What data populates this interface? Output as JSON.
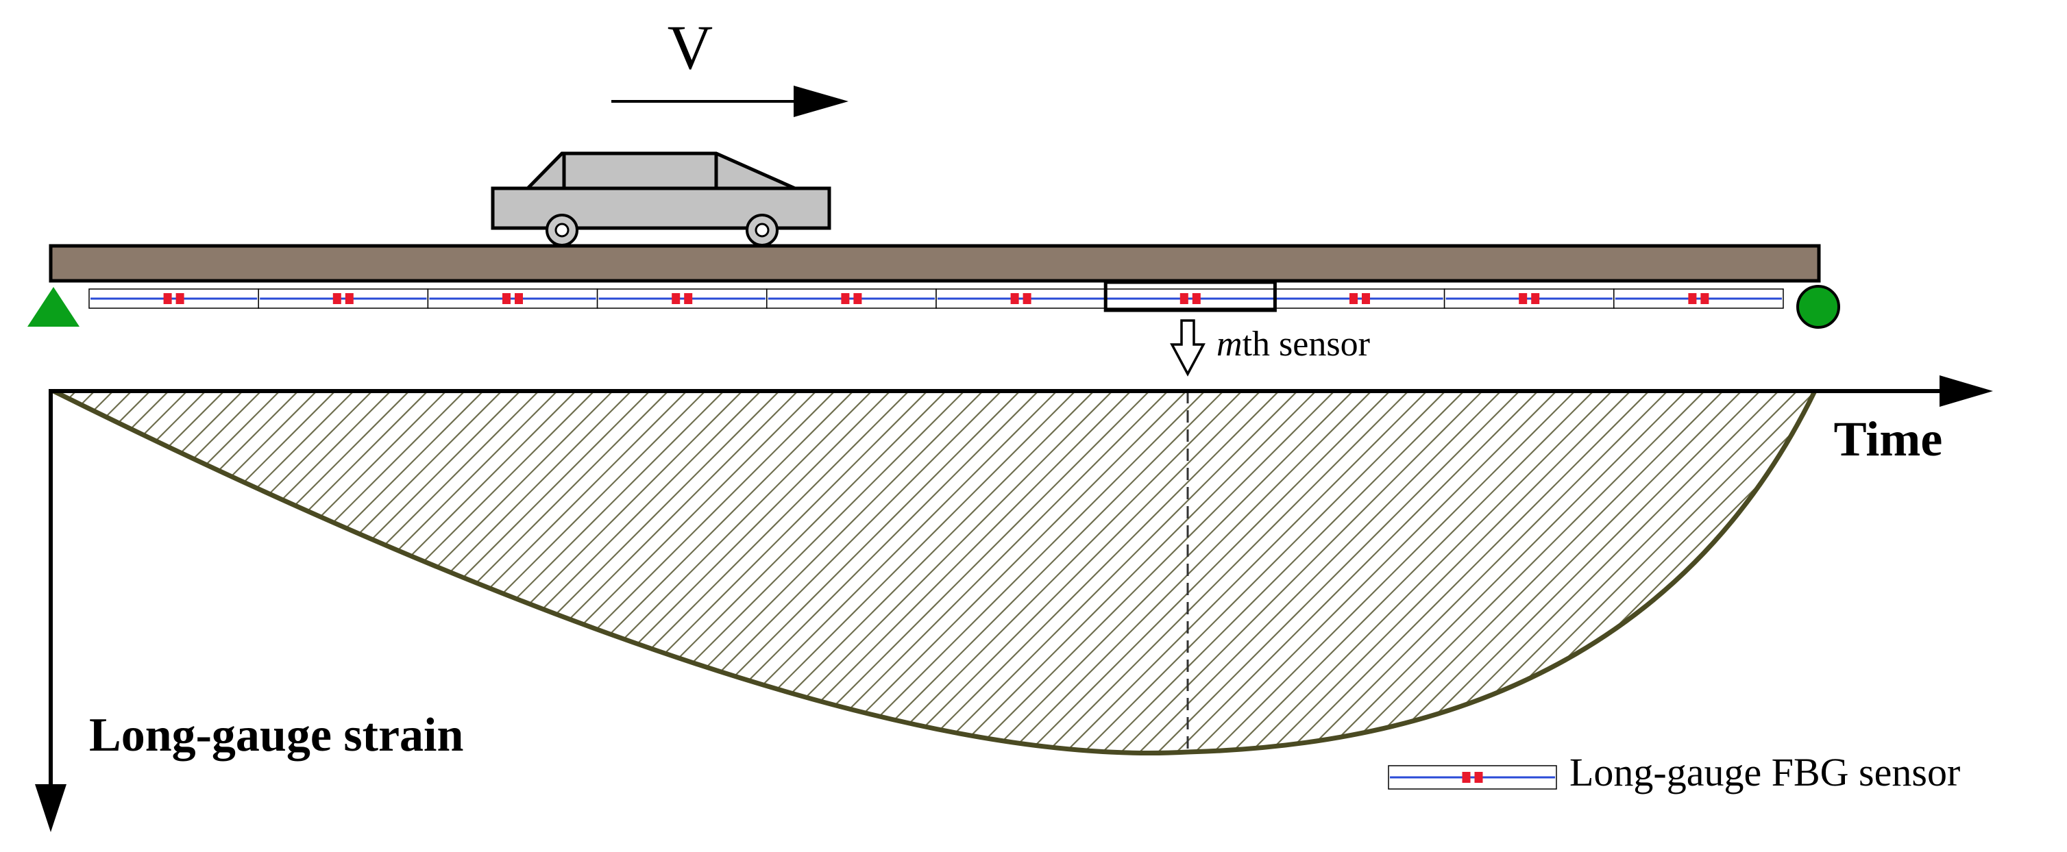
{
  "diagram": {
    "velocity_label": "V",
    "sensor_callout": {
      "italic": "m",
      "rest": "th sensor"
    },
    "axes": {
      "x_label": "Time",
      "y_label": "Long-gauge strain"
    },
    "legend": {
      "label": "Long-gauge FBG sensor"
    },
    "sensor_count": 10,
    "highlighted_sensor_index": 6,
    "colors": {
      "deck": "#8c7a6b",
      "car_body": "#c2c2c2",
      "fbg_marker": "#e8192c",
      "fiber_line": "#2a4bd7",
      "support": "#0aa01a",
      "curve": "#4a4a22",
      "hatch": "#6e6e4e"
    },
    "icons": [
      "car-icon",
      "pin-support-icon",
      "roller-support-icon",
      "hollow-down-arrow-icon"
    ]
  }
}
